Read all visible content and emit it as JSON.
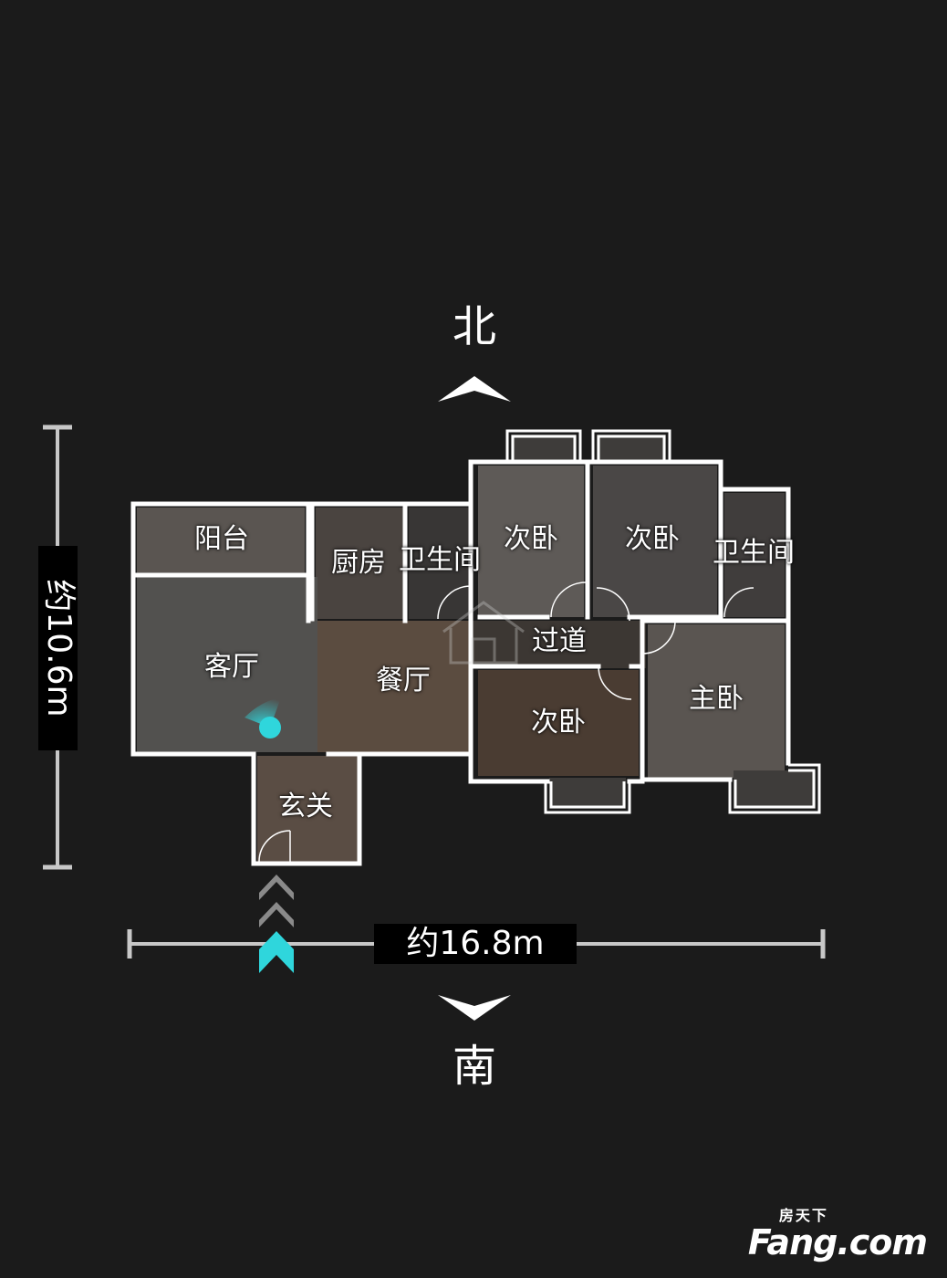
{
  "compass": {
    "north": "北",
    "south": "南"
  },
  "dimensions": {
    "height": "约10.6m",
    "width": "约16.8m"
  },
  "rooms": {
    "balcony": "阳台",
    "kitchen": "厨房",
    "bathroom_1": "卫生间",
    "bedroom_north_1": "次卧",
    "bedroom_north_2": "次卧",
    "bathroom_2": "卫生间",
    "living_room": "客厅",
    "dining_room": "餐厅",
    "hallway": "过道",
    "bedroom_south": "次卧",
    "master_bedroom": "主卧",
    "entrance": "玄关"
  },
  "watermark": {
    "brand_cn": "房天下",
    "brand": "Fang.com"
  },
  "colors": {
    "background": "#1b1b1b",
    "wall": "#ffffff",
    "accent": "#2fd6dc",
    "arrow_inactive": "#8a8a8a"
  },
  "icons": {
    "north": "chevron-up-icon",
    "south": "chevron-down-icon",
    "position": "viewer-position-icon",
    "entry": "entry-arrows-icon"
  }
}
